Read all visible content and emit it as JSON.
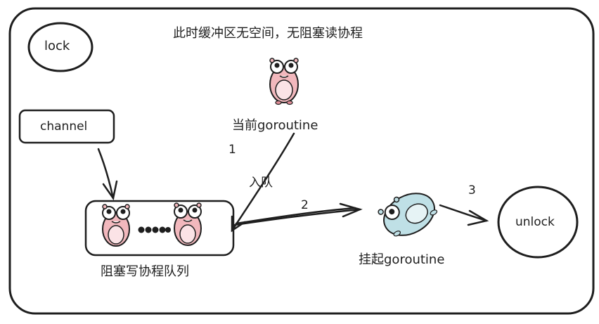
{
  "texts": {
    "title": "此时缓冲区无空间，无阻塞读协程",
    "current_goroutine": "当前goroutine",
    "step1": "1",
    "enqueue": "入队",
    "step2": "2",
    "step3": "3",
    "suspend_goroutine": "挂起goroutine",
    "blocked_write_queue": "阻塞写协程队列",
    "lock": "lock",
    "channel": "channel",
    "unlock": "unlock"
  },
  "colors": {
    "stroke": "#1e1e1e",
    "gopher_pink": "#f2b8bd",
    "gopher_pink_dark": "#e48f99",
    "gopher_blue": "#bfe0e6"
  }
}
